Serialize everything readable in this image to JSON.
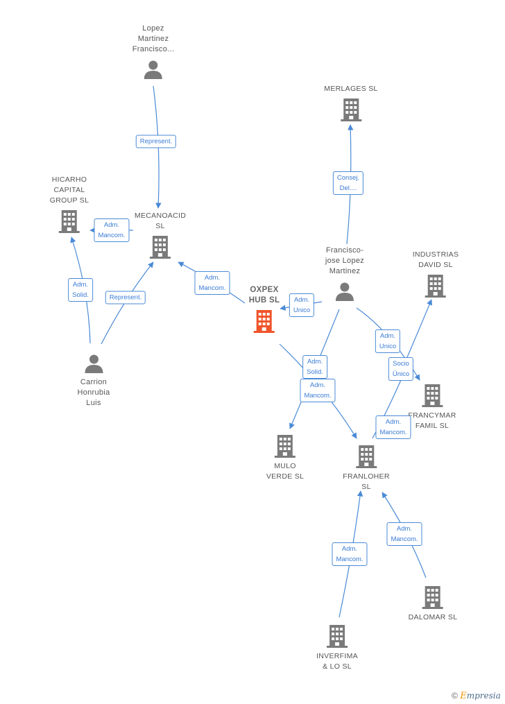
{
  "colors": {
    "edge": "#4a8ad6",
    "node": "#7a7a7a",
    "focus": "#f0542a"
  },
  "nodes": {
    "lopez": {
      "label": "Lopez\nMartinez\nFrancisco...",
      "kind": "person"
    },
    "merlages": {
      "label": "MERLAGES SL",
      "kind": "company"
    },
    "hicarho": {
      "label": "HICARHO\nCAPITAL\nGROUP SL",
      "kind": "company"
    },
    "mecanoacid": {
      "label": "MECANOACID\nSL",
      "kind": "company"
    },
    "francisco": {
      "label": "Francisco-\njose Lopez\nMartinez",
      "kind": "person"
    },
    "industrias": {
      "label": "INDUSTRIAS\nDAVID SL",
      "kind": "company"
    },
    "oxpex": {
      "label": "OXPEX\nHUB SL",
      "kind": "focus"
    },
    "carrion": {
      "label": "Carrion\nHonrubia\nLuis",
      "kind": "person"
    },
    "francymar": {
      "label": "FRANCYMAR\nFAMIL SL",
      "kind": "company"
    },
    "mulo": {
      "label": "MULO\nVERDE SL",
      "kind": "company"
    },
    "franloher": {
      "label": "FRANLOHER\nSL",
      "kind": "company"
    },
    "dalomar": {
      "label": "DALOMAR SL",
      "kind": "company"
    },
    "inverfima": {
      "label": "INVERFIMA\n& LO SL",
      "kind": "company"
    }
  },
  "edges": [
    {
      "id": "e1",
      "label": "Represent."
    },
    {
      "id": "e2",
      "label": "Consej.\nDel...."
    },
    {
      "id": "e3",
      "label": "Adm.\nMancom."
    },
    {
      "id": "e4",
      "label": "Adm.\nSolid."
    },
    {
      "id": "e5",
      "label": "Represent."
    },
    {
      "id": "e6",
      "label": "Adm.\nMancom."
    },
    {
      "id": "e7",
      "label": "Adm.\nUnico"
    },
    {
      "id": "e8",
      "label": "Adm.\nUnico"
    },
    {
      "id": "e9",
      "label": "Socio\nÚnico"
    },
    {
      "id": "e10",
      "label": "Adm.\nSolid."
    },
    {
      "id": "e11",
      "label": "Adm.\nMancom."
    },
    {
      "id": "e12",
      "label": "Adm.\nMancom."
    },
    {
      "id": "e13",
      "label": "Adm.\nMancom."
    },
    {
      "id": "e14",
      "label": "Adm.\nMancom."
    }
  ],
  "brand": {
    "copyright": "©",
    "name_initial": "E",
    "name_rest": "mpresia"
  }
}
